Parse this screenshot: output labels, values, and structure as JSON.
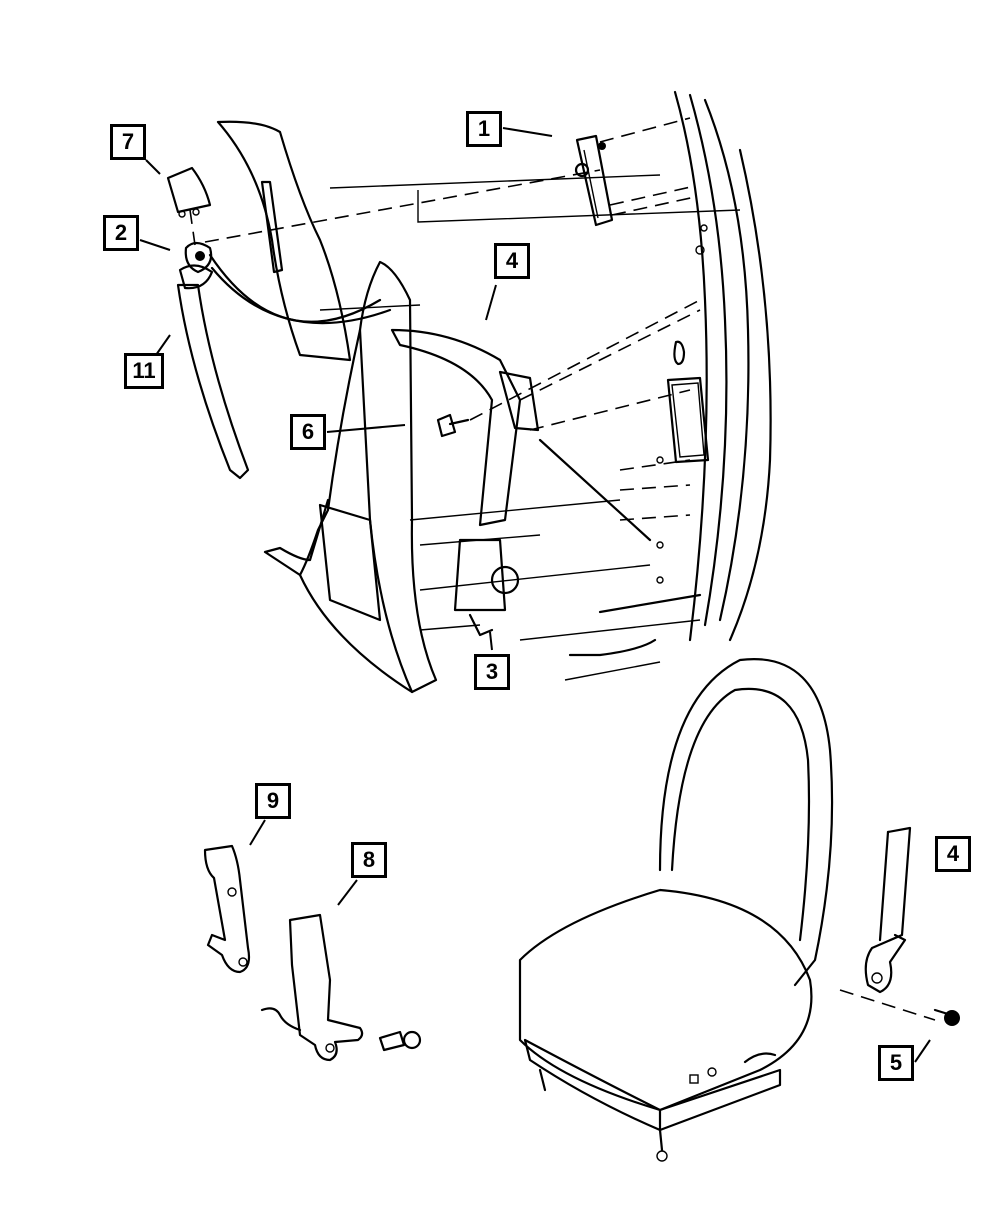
{
  "title": "Seat Belt Assembly - Exploded Parts Diagram",
  "callouts": [
    {
      "id": "c1",
      "label": "1",
      "part": "upper-anchor-adjuster"
    },
    {
      "id": "c2",
      "label": "2",
      "part": "upper-belt-anchor"
    },
    {
      "id": "c3",
      "label": "3",
      "part": "retractor-bolt"
    },
    {
      "id": "c4a",
      "label": "4",
      "part": "shoulder-belt-retractor"
    },
    {
      "id": "c4b",
      "label": "4",
      "part": "seat-side-belt-end"
    },
    {
      "id": "c5",
      "label": "5",
      "part": "anchor-bolt"
    },
    {
      "id": "c6",
      "label": "6",
      "part": "b-pillar-trim-panel"
    },
    {
      "id": "c7",
      "label": "7",
      "part": "anchor-cover-cap"
    },
    {
      "id": "c8",
      "label": "8",
      "part": "buckle-with-wire"
    },
    {
      "id": "c9",
      "label": "9",
      "part": "buckle"
    },
    {
      "id": "c11",
      "label": "11",
      "part": "upper-pillar-trim"
    }
  ]
}
